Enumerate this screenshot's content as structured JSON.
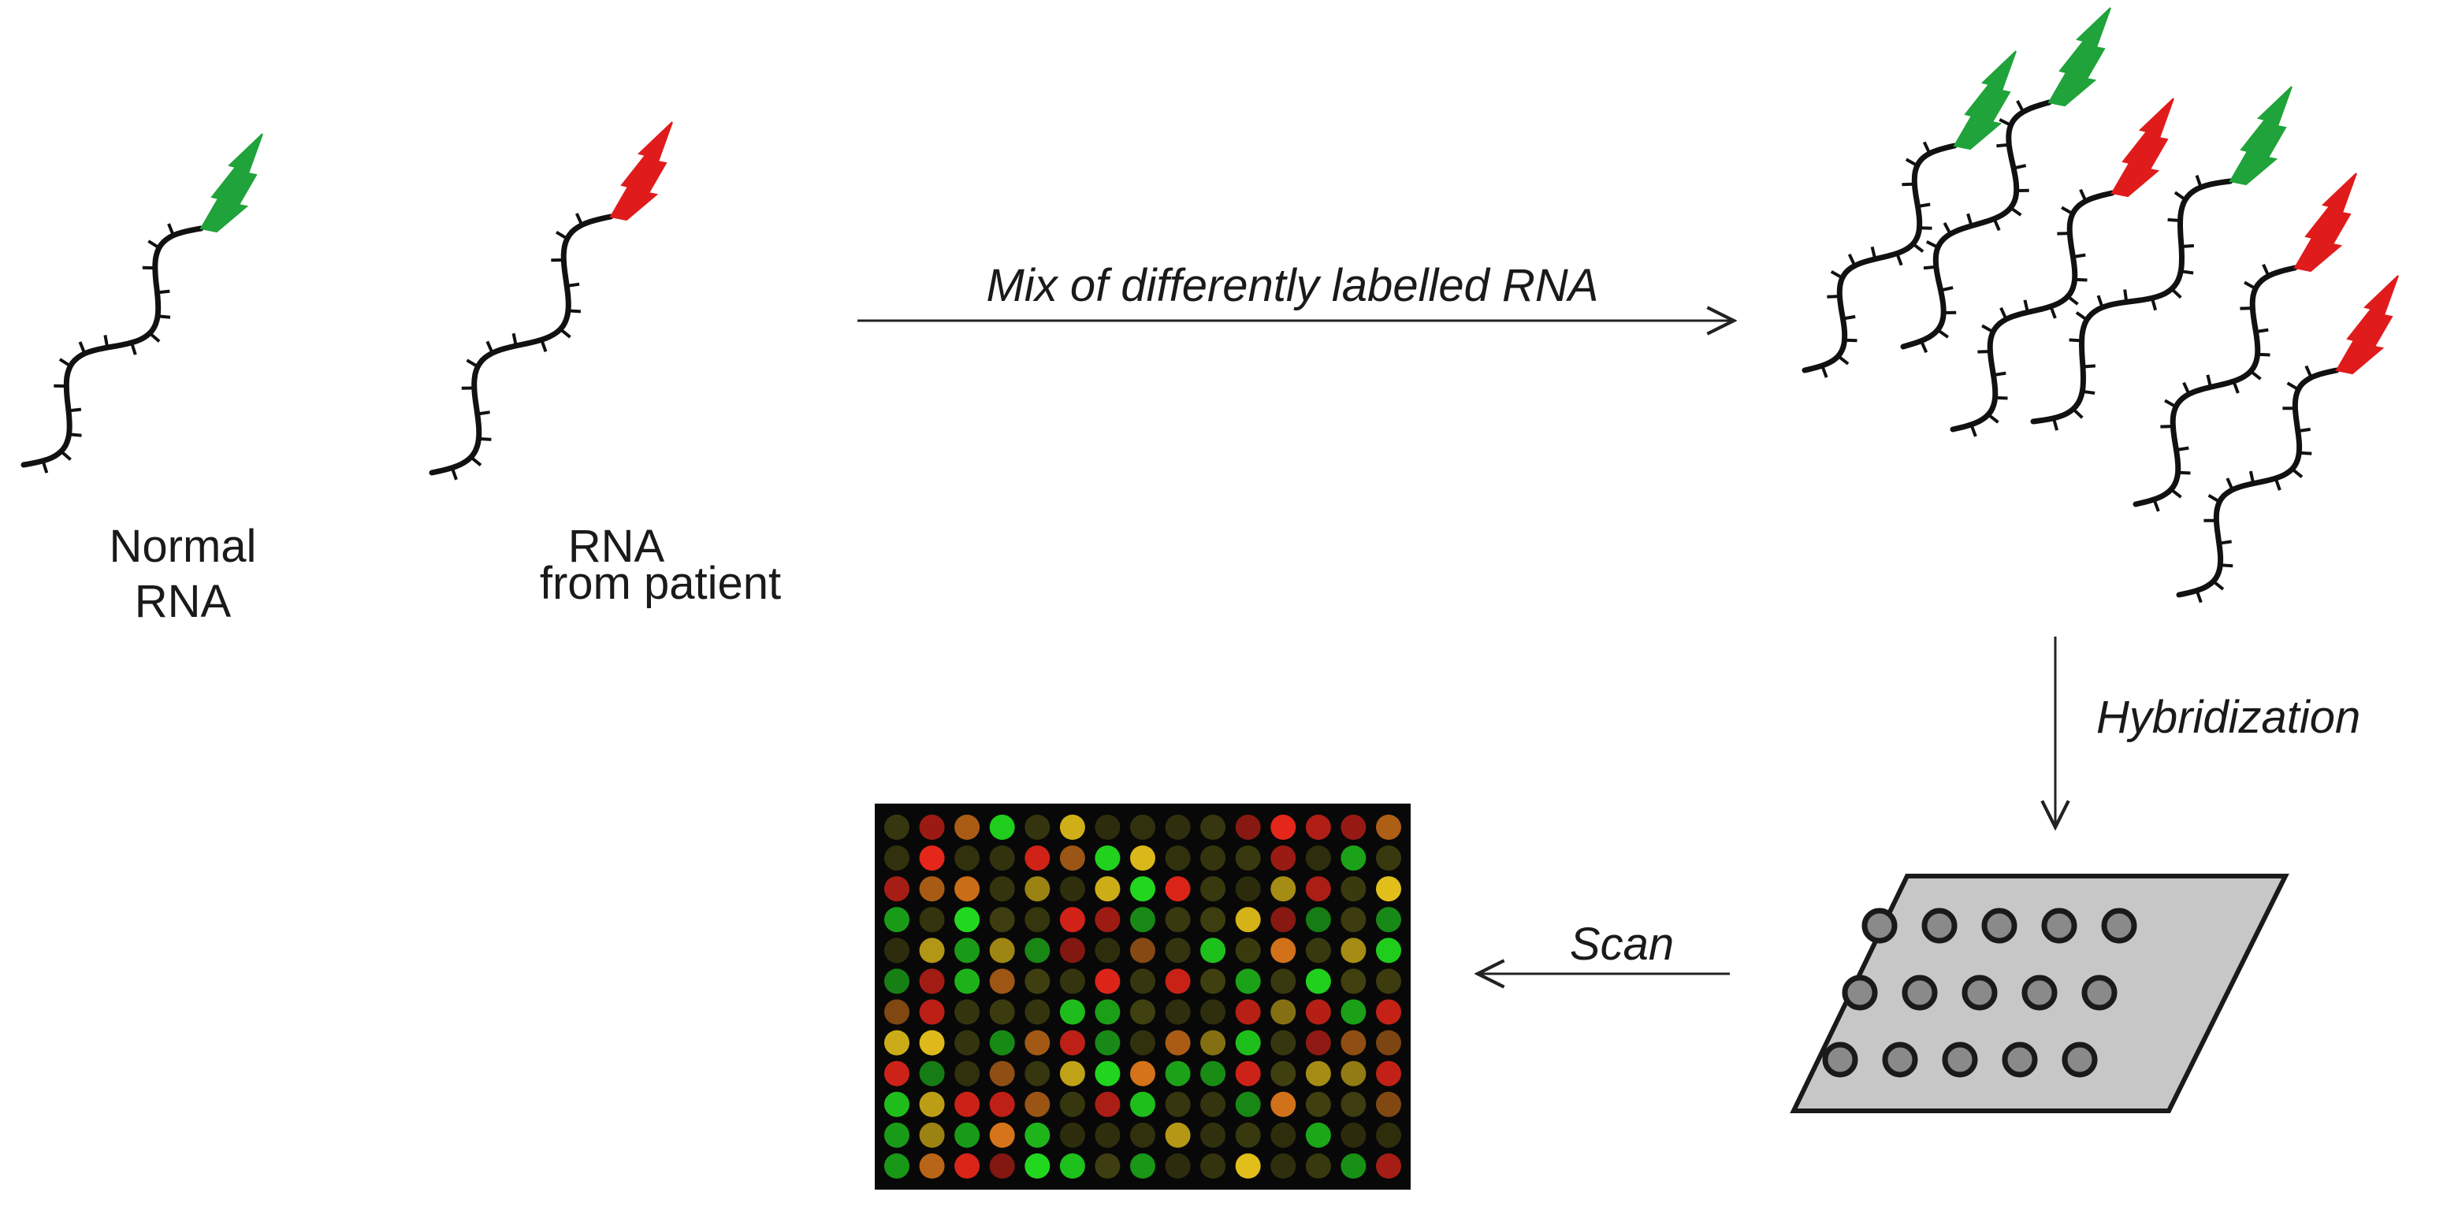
{
  "samples": {
    "normal": {
      "line1": "Normal",
      "line2": "RNA",
      "label_color": "green"
    },
    "patient": {
      "line1": "RNA",
      "line2": "from patient",
      "label_color": "red"
    }
  },
  "steps": {
    "mix": "Mix of differently labelled RNA",
    "hybridization": "Hybridization",
    "scan": "Scan"
  },
  "mixture": {
    "strand_labels": [
      "green",
      "green",
      "red",
      "green",
      "red",
      "red"
    ]
  },
  "slide": {
    "rows": 3,
    "spots_per_row": 5
  },
  "scan_result": {
    "rows": 12,
    "cols": 15,
    "spot_colors": {
      "green": "#22d81e",
      "red": "#e8261a",
      "yellow": "#e6c21a",
      "orange": "#d8751a",
      "dim": "#4a4a12"
    }
  },
  "colors": {
    "green_label": "#1fa33a",
    "red_label": "#e01b1b",
    "strand": "#111111",
    "slide_fill": "#c7c7c7",
    "background": "#ffffff"
  }
}
